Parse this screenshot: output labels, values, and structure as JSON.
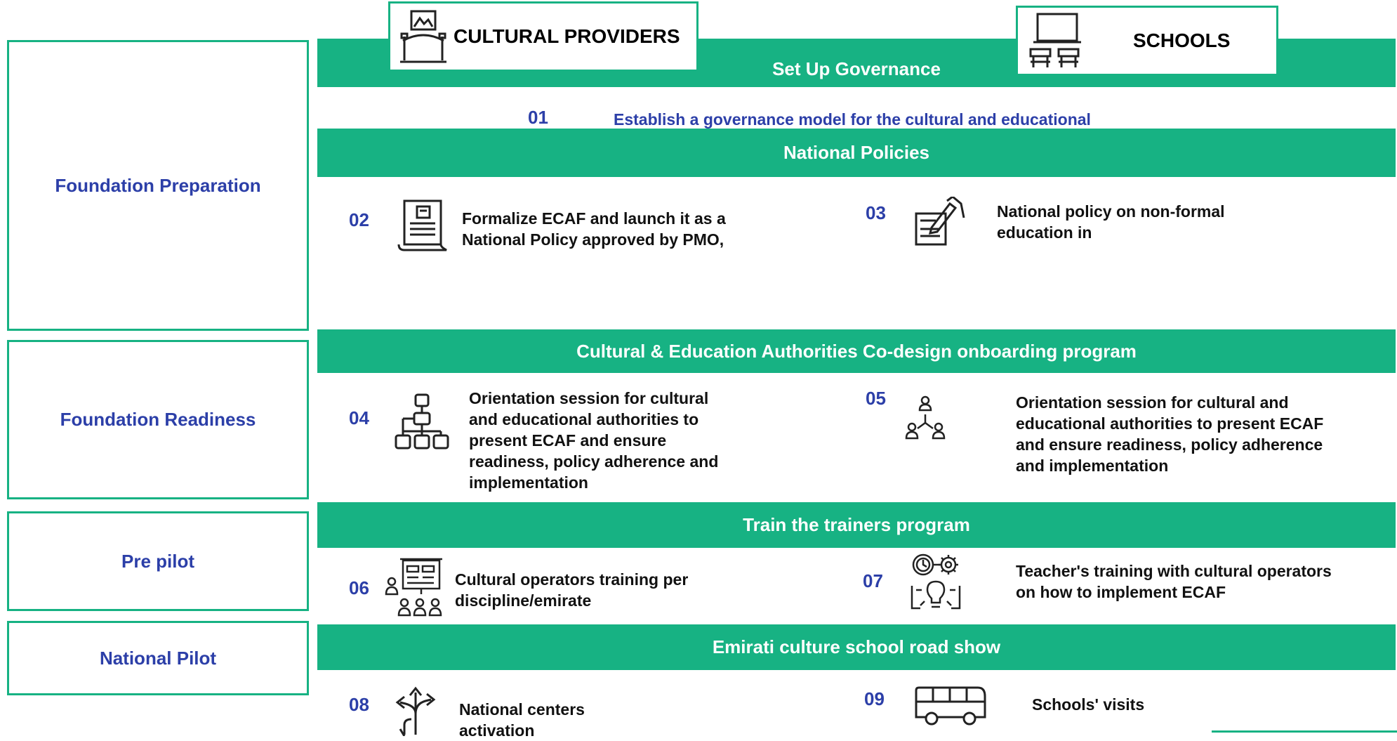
{
  "headers": {
    "left": "CULTURAL PROVIDERS",
    "right": "SCHOOLS"
  },
  "phases": [
    "Foundation Preparation",
    "Foundation Readiness",
    "Pre pilot",
    "National Pilot"
  ],
  "bars": {
    "governance": "Set Up Governance",
    "national_policies": "National Policies",
    "codesign": "Cultural & Education Authorities Co-design onboarding program",
    "train": "Train the trainers program",
    "roadshow": "Emirati culture school road show"
  },
  "steps": {
    "s01": {
      "num": "01",
      "text": "Establish a governance model for the cultural and educational"
    },
    "s02": {
      "num": "02",
      "text": "Formalize ECAF and launch it as a National Policy approved by PMO,",
      "icon": "document-icon"
    },
    "s03": {
      "num": "03",
      "text": "National policy on non-formal education in",
      "icon": "signing-contract-icon"
    },
    "s04": {
      "num": "04",
      "text": "Orientation session for cultural and educational authorities to present ECAF and ensure readiness, policy adherence and implementation",
      "icon": "org-chart-icon"
    },
    "s05": {
      "num": "05",
      "text": "Orientation session for cultural and educational authorities to present ECAF and ensure readiness, policy adherence and implementation",
      "icon": "team-network-icon"
    },
    "s06": {
      "num": "06",
      "text": "Cultural operators training per discipline/emirate",
      "icon": "presentation-icon"
    },
    "s07": {
      "num": "07",
      "text": "Teacher's training with cultural operators on how to implement ECAF",
      "icon": "idea-gears-icon"
    },
    "s08": {
      "num": "08",
      "text": "National centers activation",
      "icon": "directions-icon"
    },
    "s09": {
      "num": "09",
      "text": "Schools' visits",
      "icon": "bus-icon"
    }
  },
  "colors": {
    "accent": "#17b283",
    "number": "#2c3fa8",
    "text": "#111111"
  }
}
